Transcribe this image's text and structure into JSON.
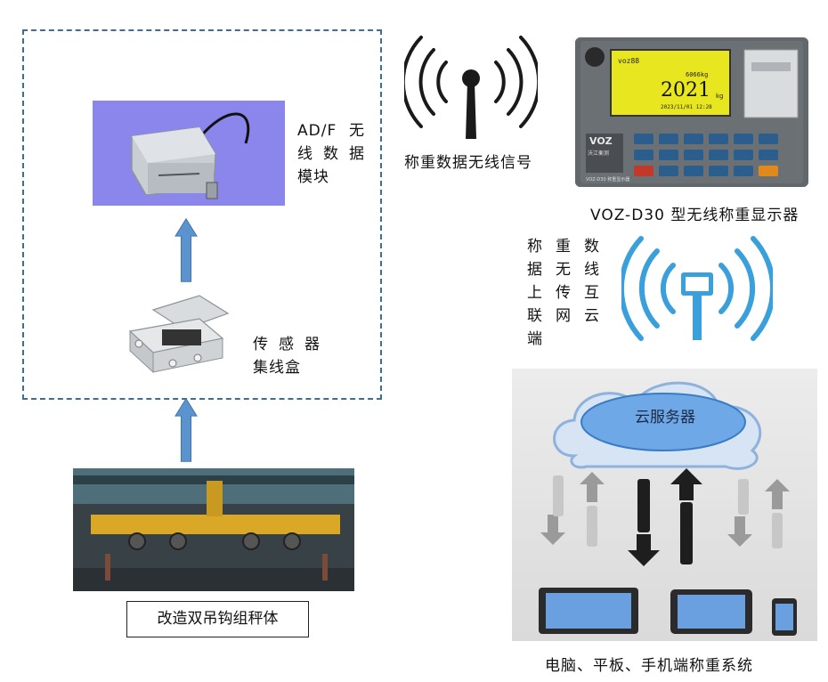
{
  "module_label_line1": "AD/F 无",
  "module_label_line2": "线 数 据",
  "module_label_line3": "模块",
  "junction_label_line1": "传 感 器",
  "junction_label_line2": "集线盒",
  "scale_caption": "改造双吊钩组秤体",
  "wireless_signal_label": "称重数据无线信号",
  "display_caption": "VOZ-D30 型无线称重显示器",
  "display_screen": {
    "reading": "2021",
    "unit": "kg",
    "total": "6066kg",
    "datetime": "2023/11/01  12:28",
    "code": "voz88",
    "brand": "VOZ",
    "brand_cn": "沃江衡测",
    "model": "VOZ-D30 称重显示器"
  },
  "cloud_side_label_rows": [
    [
      "称",
      "重",
      "数"
    ],
    [
      "据",
      "无",
      "线"
    ],
    [
      "上",
      "传",
      "互"
    ],
    [
      "联",
      "网",
      "云"
    ],
    [
      "端",
      "",
      ""
    ]
  ],
  "cloud_server_label": "云服务器",
  "devices_caption": "电脑、平板、手机端称重系统",
  "colors": {
    "dashed_border": "#3a6e9c",
    "arrow_fill": "#5b93cf",
    "module_background": "#8b86ec",
    "wifi_blue": "#3aa0dc",
    "cloud_blue": "#6fa8e6"
  },
  "icons": [
    "antenna-signal-icon",
    "wifi-tower-icon",
    "cloud-icon",
    "laptop-icon",
    "tablet-icon",
    "phone-icon"
  ]
}
